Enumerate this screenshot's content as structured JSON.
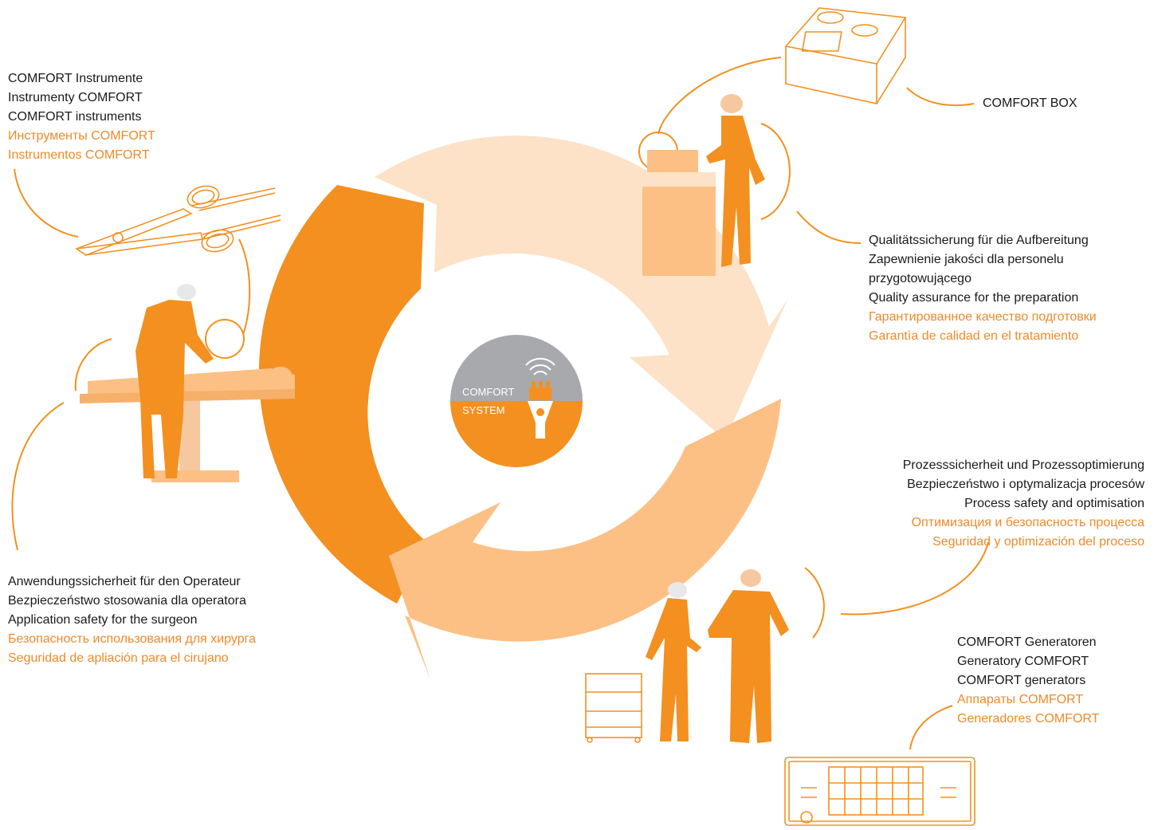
{
  "colors": {
    "orange_dark": "#f39020",
    "orange_mid": "#fcc085",
    "orange_light": "#fde2c7",
    "grey": "#a7a9ac",
    "line": "#f39020",
    "text_dark": "#1a1a1a",
    "text_orange": "#ef8a2a"
  },
  "center_logo": {
    "line1": "COMFORT",
    "line2": "SYSTEM"
  },
  "instruments": {
    "lines": [
      "COMFORT Instrumente",
      "Instrumenty COMFORT",
      "COMFORT instruments"
    ],
    "lines_orange": [
      "Инструменты COMFORT",
      "Instrumentos COMFORT"
    ]
  },
  "box": {
    "label": "COMFORT BOX"
  },
  "quality": {
    "lines": [
      "Qualitätssicherung für die Aufbereitung",
      "Zapewnienie jakości dla personelu",
      "przygotowującego",
      "Quality assurance for the preparation"
    ],
    "lines_orange": [
      "Гарантированное качество подготовки",
      "Garantìa de calidad en el tratamiento"
    ]
  },
  "process": {
    "lines": [
      "Prozesssicherheit und Prozessoptimierung",
      "Bezpieczeństwo i optymalizacja procesów",
      "Process safety and optimisation"
    ],
    "lines_orange": [
      "Оптимизация и безопасность процесса",
      "Seguridad y optimización del proceso"
    ]
  },
  "application": {
    "lines": [
      "Anwendungssicherheit für den Operateur",
      "Bezpieczeństwo stosowania dla operatora",
      "Application safety for the surgeon"
    ],
    "lines_orange": [
      "Безопасность использования для хирурга",
      "Seguridad de apliación para el cirujano"
    ]
  },
  "generators": {
    "lines": [
      "COMFORT Generatoren",
      "Generatory COMFORT",
      "COMFORT generators"
    ],
    "lines_orange": [
      "Аппараты COMFORT",
      "Generadores COMFORT"
    ]
  }
}
